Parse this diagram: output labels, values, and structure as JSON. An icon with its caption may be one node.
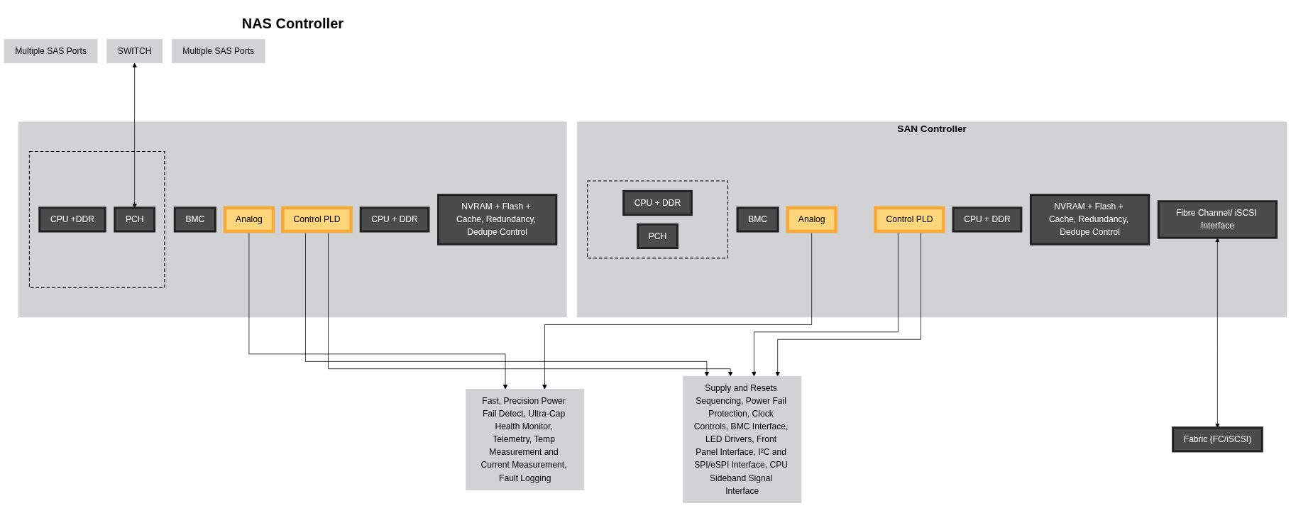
{
  "diagram": {
    "nodes": [
      {
        "text": [
          "SAN Controller"
        ]
      },
      {
        "text": [],
        "shape": "box",
        "in": 0
      },
      {
        "text": [
          "CPU + DDR"
        ],
        "in": 1
      },
      {
        "text": [
          "PCH"
        ],
        "in": 1
      },
      {
        "text": [
          "BMC"
        ],
        "in": 0
      },
      {
        "text": [
          "Analog"
        ],
        "in": 0
      },
      {
        "text": [
          "Control PLD"
        ],
        "in": 0
      },
      {
        "text": [
          "CPU + DDR"
        ],
        "in": 0
      },
      {
        "text": [
          "NVRAM + Flash + Cache, Redundancy, Dedupe Control"
        ],
        "in": 0
      },
      {
        "text": [
          "Fibre Channel/ iSCSI Interface"
        ],
        "in": 0
      },
      {
        "text": [
          "Multiple SAS Ports"
        ]
      },
      {
        "text": [
          "Fabric (FC/iSCSI)"
        ]
      },
      {
        "text": [
          "Fast, Precision Power Fail Detect, Ultra-Cap Health Monitor, Telemetry, Temp Measurement and Current Measurement, Fault Logging"
        ]
      },
      {
        "text": [
          "Supply and Resets Sequencing, Power Fail Protection, Clock Controls, BMC Interface, LED Drivers, Front Panel Interface, I²C and SPI/eSPI Interface, CPU Sideband Signal Interface"
        ]
      },
      {
        "text": [
          "SWITCH"
        ]
      },
      {
        "text": [],
        "shape": "box"
      },
      {
        "text": [],
        "shape": "box",
        "in": 15
      },
      {
        "text": [
          "CPU +DDR"
        ],
        "in": 16
      },
      {
        "text": [
          "PCH"
        ],
        "in": 16
      },
      {
        "text": [
          "BMC"
        ],
        "in": 15
      },
      {
        "text": [
          "Analog"
        ],
        "in": 15
      },
      {
        "text": [
          "Control PLD"
        ],
        "in": 15
      },
      {
        "text": [
          "CPU + DDR"
        ],
        "in": 15
      },
      {
        "text": [
          "NVRAM + Flash + Cache, Redundancy, Dedupe Control"
        ],
        "in": 15
      },
      {
        "text": [
          "Multiple SAS Ports"
        ]
      }
    ],
    "edges": [
      {
        "from": 5,
        "to": 12,
        "arrow": "to"
      },
      {
        "from": 6,
        "to": 13,
        "arrow": "to"
      },
      {
        "from": 6,
        "to": 13,
        "arrow": "to"
      },
      {
        "from": 9,
        "to": 11,
        "arrow": "both"
      },
      {
        "from": 20,
        "to": 12,
        "arrow": "to"
      },
      {
        "from": 21,
        "to": 13,
        "arrow": "to"
      },
      {
        "from": 21,
        "to": 13,
        "arrow": "to"
      },
      {
        "from": 14,
        "to": 18,
        "arrow": "both"
      }
    ],
    "labels": [
      "NAS Controller"
    ]
  }
}
